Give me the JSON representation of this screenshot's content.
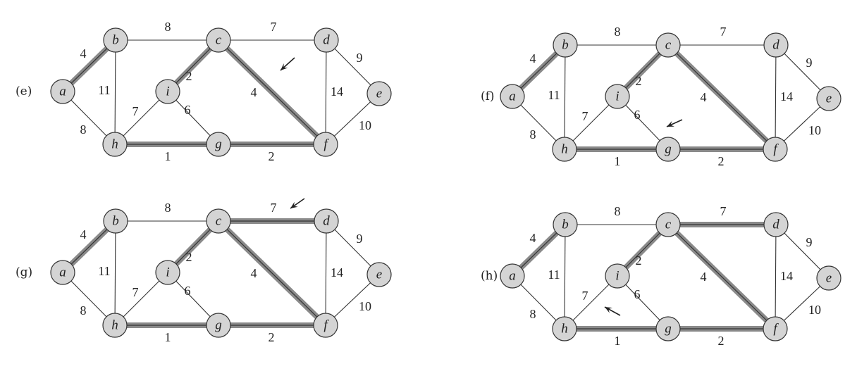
{
  "nodes": [
    "a",
    "b",
    "c",
    "d",
    "e",
    "f",
    "g",
    "h",
    "i"
  ],
  "edges": [
    {
      "u": "a",
      "v": "b",
      "w": "4"
    },
    {
      "u": "b",
      "v": "c",
      "w": "8"
    },
    {
      "u": "c",
      "v": "d",
      "w": "7"
    },
    {
      "u": "d",
      "v": "e",
      "w": "9"
    },
    {
      "u": "a",
      "v": "h",
      "w": "8"
    },
    {
      "u": "b",
      "v": "h",
      "w": "11"
    },
    {
      "u": "h",
      "v": "i",
      "w": "7"
    },
    {
      "u": "c",
      "v": "i",
      "w": "2"
    },
    {
      "u": "i",
      "v": "g",
      "w": "6"
    },
    {
      "u": "c",
      "v": "f",
      "w": "4"
    },
    {
      "u": "d",
      "v": "f",
      "w": "14"
    },
    {
      "u": "e",
      "v": "f",
      "w": "10"
    },
    {
      "u": "h",
      "v": "g",
      "w": "1"
    },
    {
      "u": "g",
      "v": "f",
      "w": "2"
    }
  ],
  "panels": [
    {
      "label": "(e)",
      "tree_edges": [
        "a-b",
        "c-i",
        "c-f",
        "h-g",
        "g-f"
      ],
      "arrow_edge": "c-f"
    },
    {
      "label": "(f)",
      "tree_edges": [
        "a-b",
        "c-i",
        "c-f",
        "h-g",
        "g-f"
      ],
      "arrow_edge": "i-g"
    },
    {
      "label": "(g)",
      "tree_edges": [
        "a-b",
        "c-i",
        "c-f",
        "h-g",
        "g-f",
        "c-d"
      ],
      "arrow_edge": "c-d"
    },
    {
      "label": "(h)",
      "tree_edges": [
        "a-b",
        "c-i",
        "c-f",
        "h-g",
        "g-f",
        "c-d"
      ],
      "arrow_edge": "h-i"
    }
  ],
  "colors": {
    "node_fill": "#d4d4d4",
    "tree_edge": "#8a8a8a",
    "edge": "#333333"
  }
}
